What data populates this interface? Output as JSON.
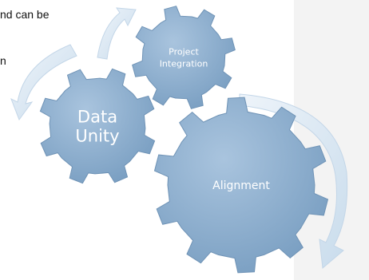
{
  "document": {
    "line1": "nd can be",
    "line2": "n"
  },
  "diagram": {
    "gears": [
      {
        "label_lines": [
          "Project",
          "Integration"
        ]
      },
      {
        "label_lines": [
          "Data",
          "Unity"
        ]
      },
      {
        "label_lines": [
          "Alignment"
        ]
      }
    ],
    "colors": {
      "gear_fill": "#86a9ca",
      "gear_edge": "#6f93b6",
      "arrow_fill": "#d9e6f1",
      "side_panel": "#f3f3f3"
    }
  }
}
